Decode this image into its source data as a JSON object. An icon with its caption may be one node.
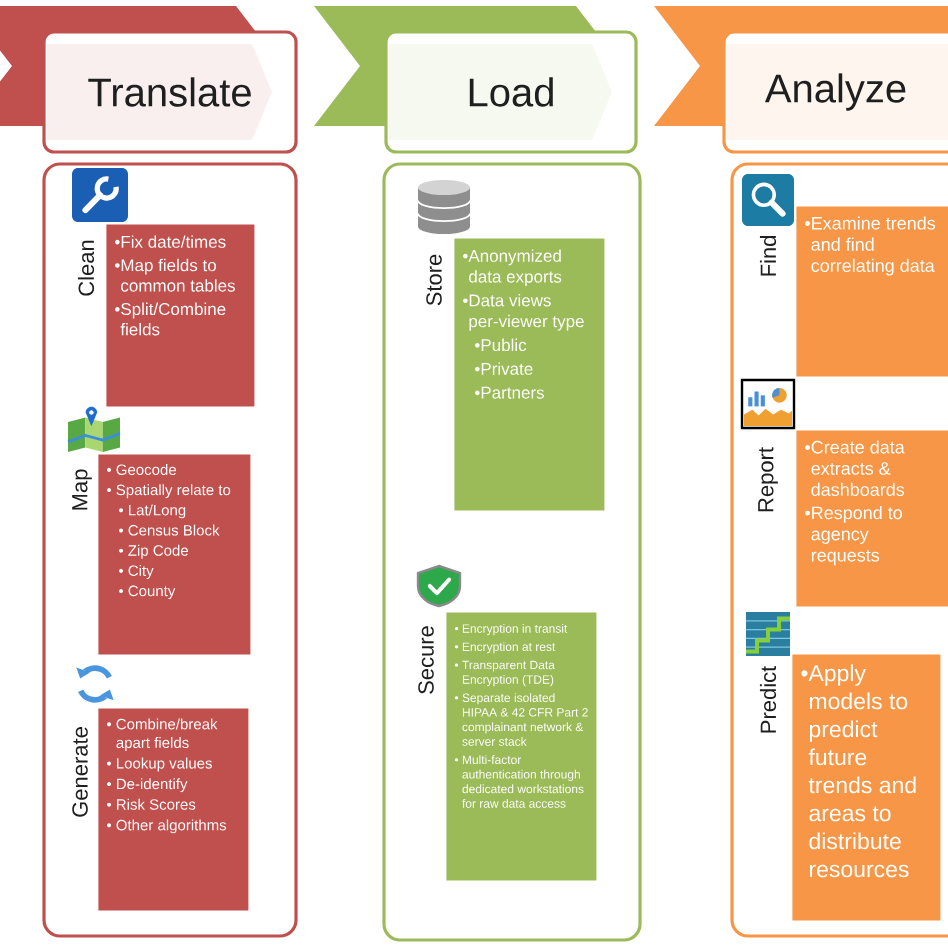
{
  "diagram": {
    "nodes": [
      {
        "text": [
          "Translate"
        ]
      },
      {
        "text": [
          "Load"
        ]
      },
      {
        "text": [
          "Analyze"
        ]
      },
      {
        "text": [],
        "shape": "box"
      },
      {
        "text": [
          "Clean",
          "•Fix date/times",
          "•Map fields to common tables",
          "•Split/Combine fields"
        ],
        "in": 3
      },
      {
        "text": [
          "Map",
          "• Geocode",
          "• Spatially relate to",
          "• Lat/Long",
          "• Census Block",
          "• Zip Code",
          "• City",
          "• County"
        ],
        "in": 3
      },
      {
        "text": [
          "Generate",
          "• Combine/break apart fields",
          "• Lookup values",
          "• De-identify",
          "• Risk Scores",
          "• Other algorithms"
        ],
        "in": 3
      },
      {
        "text": [],
        "shape": "box"
      },
      {
        "text": [
          "Store",
          "•Anonymized data exports",
          "•Data views per-viewer type",
          "•Public",
          "•Private",
          "•Partners"
        ],
        "in": 7
      },
      {
        "text": [
          "Secure",
          "• Encryption in transit",
          "• Encryption at rest",
          "• Transparent Data Encryption (TDE)",
          "• Separate isolated HIPAA & 42 CFR Part 2 complainant network & server stack",
          "• Multi-factor authentication through dedicated workstations for raw data access"
        ],
        "in": 7
      },
      {
        "text": [],
        "shape": "box"
      },
      {
        "text": [
          "Find",
          "•Examine trends and find correlating data"
        ],
        "in": 10
      },
      {
        "text": [
          "Report",
          "•Create data extracts & dashboards",
          "•Respond to agency requests"
        ],
        "in": 10
      },
      {
        "text": [
          "Predict",
          "•Apply models to predict future trends and areas to distribute resources"
        ],
        "in": 10
      }
    ]
  }
}
